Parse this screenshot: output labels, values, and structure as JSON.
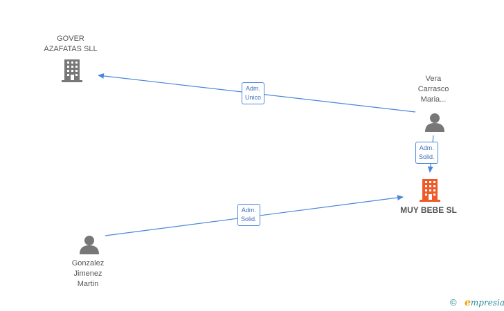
{
  "nodes": {
    "gover": {
      "name_line1": "GOVER",
      "name_line2": "AZAFATAS SLL",
      "icon": "building-icon"
    },
    "vera": {
      "name_line1": "Vera",
      "name_line2": "Carrasco",
      "name_line3": "Maria...",
      "icon": "person-icon"
    },
    "muybebe": {
      "name": "MUY BEBE SL",
      "icon": "building-icon",
      "color": "#f05a28"
    },
    "gonzalez": {
      "name_line1": "Gonzalez",
      "name_line2": "Jimenez",
      "name_line3": "Martin",
      "icon": "person-icon"
    }
  },
  "edges": {
    "vera_gover": {
      "line1": "Adm.",
      "line2": "Unico"
    },
    "vera_muybebe": {
      "line1": "Adm.",
      "line2": "Solid."
    },
    "gonzalez_muybebe": {
      "line1": "Adm.",
      "line2": "Solid."
    }
  },
  "colors": {
    "edge": "#4a86d9",
    "node_gray": "#777777",
    "focus": "#f05a28"
  },
  "footer": {
    "copyright": "©",
    "brand_initial": "e",
    "brand_rest": "mpresia"
  }
}
